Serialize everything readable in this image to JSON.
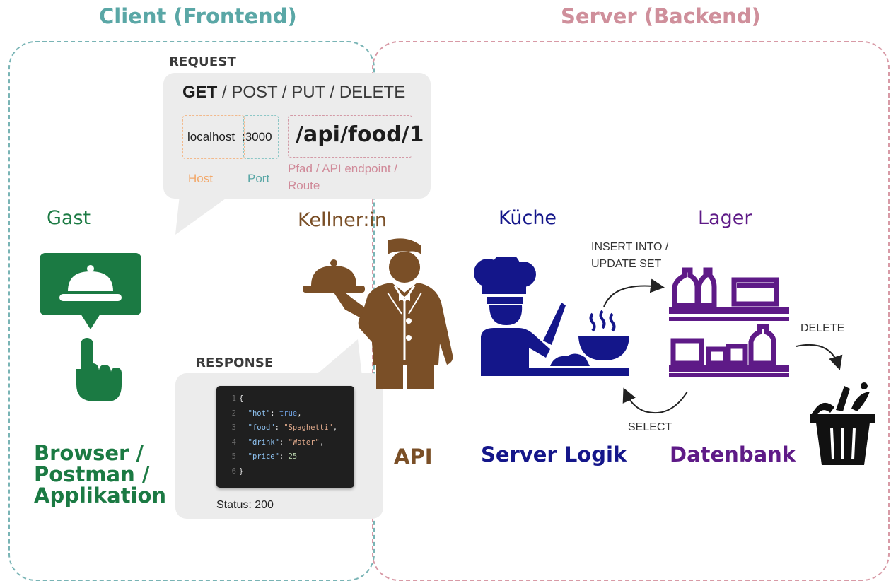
{
  "regions": {
    "client_title": "Client (Frontend)",
    "server_title": "Server (Backend)"
  },
  "request": {
    "caption": "REQUEST",
    "method_get": "GET",
    "method_rest": " / POST / PUT / DELETE",
    "host": "localhost",
    "port_value": ":3000",
    "path": "/api/food/1",
    "host_label": "Host",
    "port_label": "Port",
    "path_label_line1": "Pfad / API endpoint /",
    "path_label_line2": "Route"
  },
  "response": {
    "caption": "RESPONSE",
    "code_lines": [
      {
        "num": "1",
        "text": "{"
      },
      {
        "num": "2",
        "key": "\"hot\"",
        "val": "true",
        "val_type": "bool",
        "tail": ","
      },
      {
        "num": "3",
        "key": "\"food\"",
        "val": "\"Spaghetti\"",
        "val_type": "string",
        "tail": ","
      },
      {
        "num": "4",
        "key": "\"drink\"",
        "val": "\"Water\"",
        "val_type": "string",
        "tail": ","
      },
      {
        "num": "5",
        "key": "\"price\"",
        "val": "25",
        "val_type": "number",
        "tail": ""
      },
      {
        "num": "6",
        "text": "}"
      }
    ],
    "status": "Status: 200"
  },
  "actors": {
    "gast": "Gast",
    "kellner": "Kellner:in",
    "kueche": "Küche",
    "lager": "Lager"
  },
  "roles": {
    "client_line1": "Browser /",
    "client_line2": "Postman /",
    "client_line3": "Applikation",
    "api": "API",
    "server_logic": "Server Logik",
    "database": "Datenbank"
  },
  "operations": {
    "insert_line1": "INSERT INTO /",
    "insert_line2": "UPDATE SET",
    "select": "SELECT",
    "delete": "DELETE"
  },
  "icons": [
    "bell-speech-icon",
    "pointing-hand-icon",
    "waiter-icon",
    "chef-icon",
    "shelf-icon",
    "trash-bin-icon"
  ],
  "colors": {
    "client_teal": "#5aa7a6",
    "server_pink": "#cf8f9b",
    "green": "#1b7a43",
    "brown": "#7a4f27",
    "navy": "#14168a",
    "purple": "#5e1a87",
    "host_orange": "#f2a86a",
    "port_teal": "#5aa7a6",
    "path_pink": "#d08a99"
  }
}
